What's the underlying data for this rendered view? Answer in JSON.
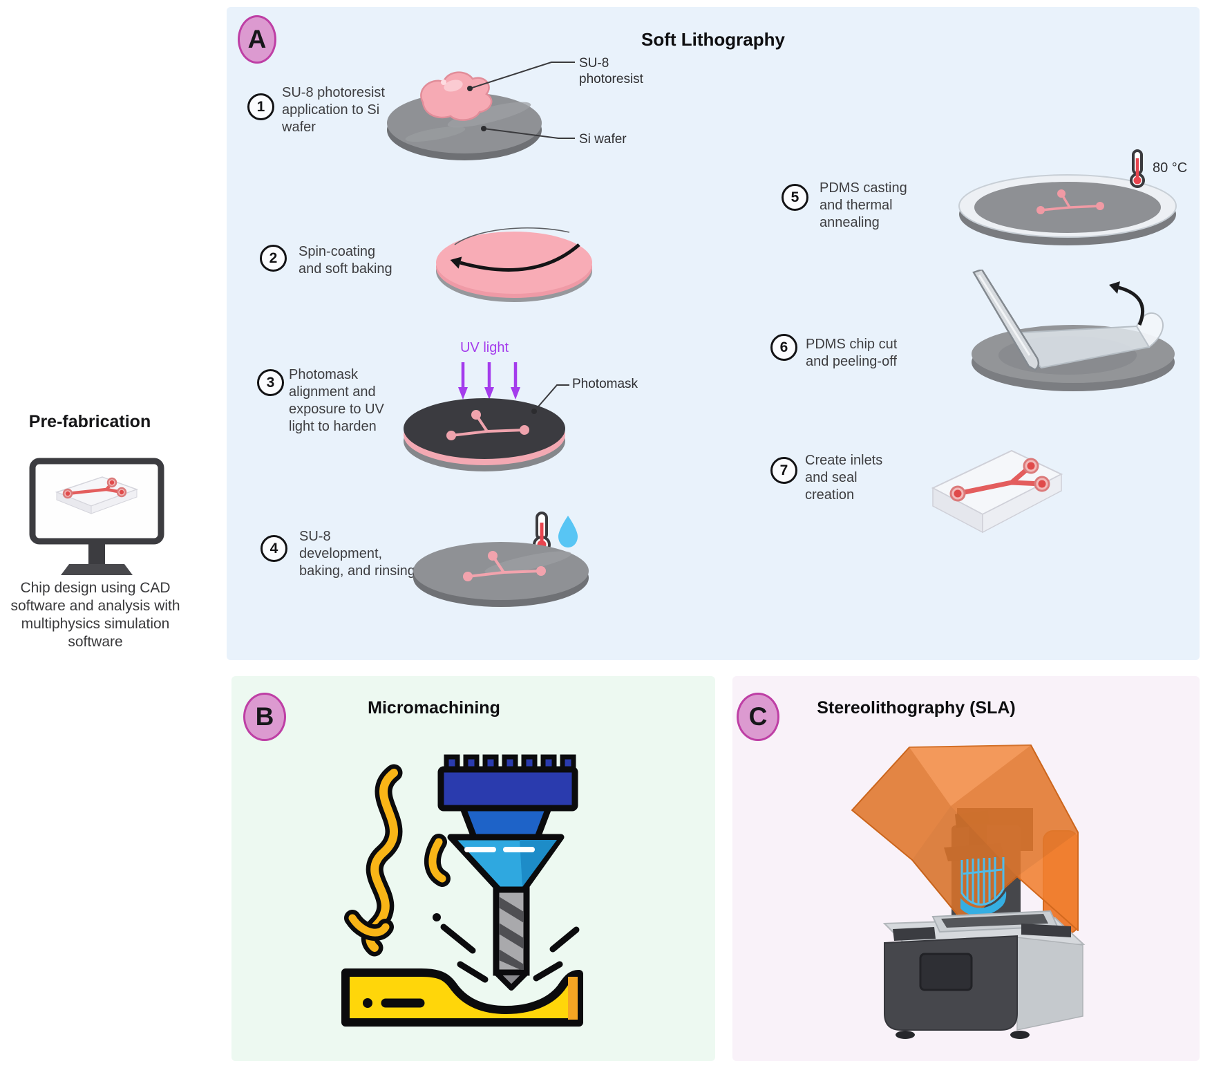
{
  "prefabrication": {
    "title": "Pre-fabrication",
    "caption": "Chip design using CAD\nsoftware and analysis with\nmultiphysics simulation\nsoftware"
  },
  "panel_a": {
    "badge": "A",
    "title": "Soft Lithography",
    "steps": [
      {
        "num": "1",
        "text": "SU-8 photoresist\napplication to Si\nwafer"
      },
      {
        "num": "2",
        "text": "Spin-coating\nand soft baking"
      },
      {
        "num": "3",
        "text": "Photomask\nalignment and\nexposure to UV\nlight to harden"
      },
      {
        "num": "4",
        "text": "SU-8\ndevelopment,\nbaking, and rinsing"
      },
      {
        "num": "5",
        "text": "PDMS casting\nand thermal\nannealing"
      },
      {
        "num": "6",
        "text": "PDMS chip cut\nand peeling-off"
      },
      {
        "num": "7",
        "text": "Create inlets\nand seal\ncreation"
      }
    ],
    "labels": {
      "su8_photoresist": "SU-8\nphotoresist",
      "si_wafer": "Si wafer",
      "uv_light": "UV light",
      "photomask": "Photomask",
      "temperature": "80 °C"
    }
  },
  "panel_b": {
    "badge": "B",
    "title": "Micromachining"
  },
  "panel_c": {
    "badge": "C",
    "title": "Stereolithography (SLA)"
  },
  "colors": {
    "panel_a_bg": "#E9F2FB",
    "panel_b_bg": "#EDF9F1",
    "panel_c_bg": "#F9F2F9",
    "badge_fill": "#DC9AD0",
    "badge_border": "#BE3FA5",
    "uv_purple": "#A43CEC",
    "photoresist_pink": "#F6AAB4",
    "channel_red": "#E35D5D",
    "wafer_gray": "#8F9195",
    "machining_yellow": "#FFD60A",
    "machining_blue": "#2FA8E0",
    "printer_orange": "#F08030"
  }
}
